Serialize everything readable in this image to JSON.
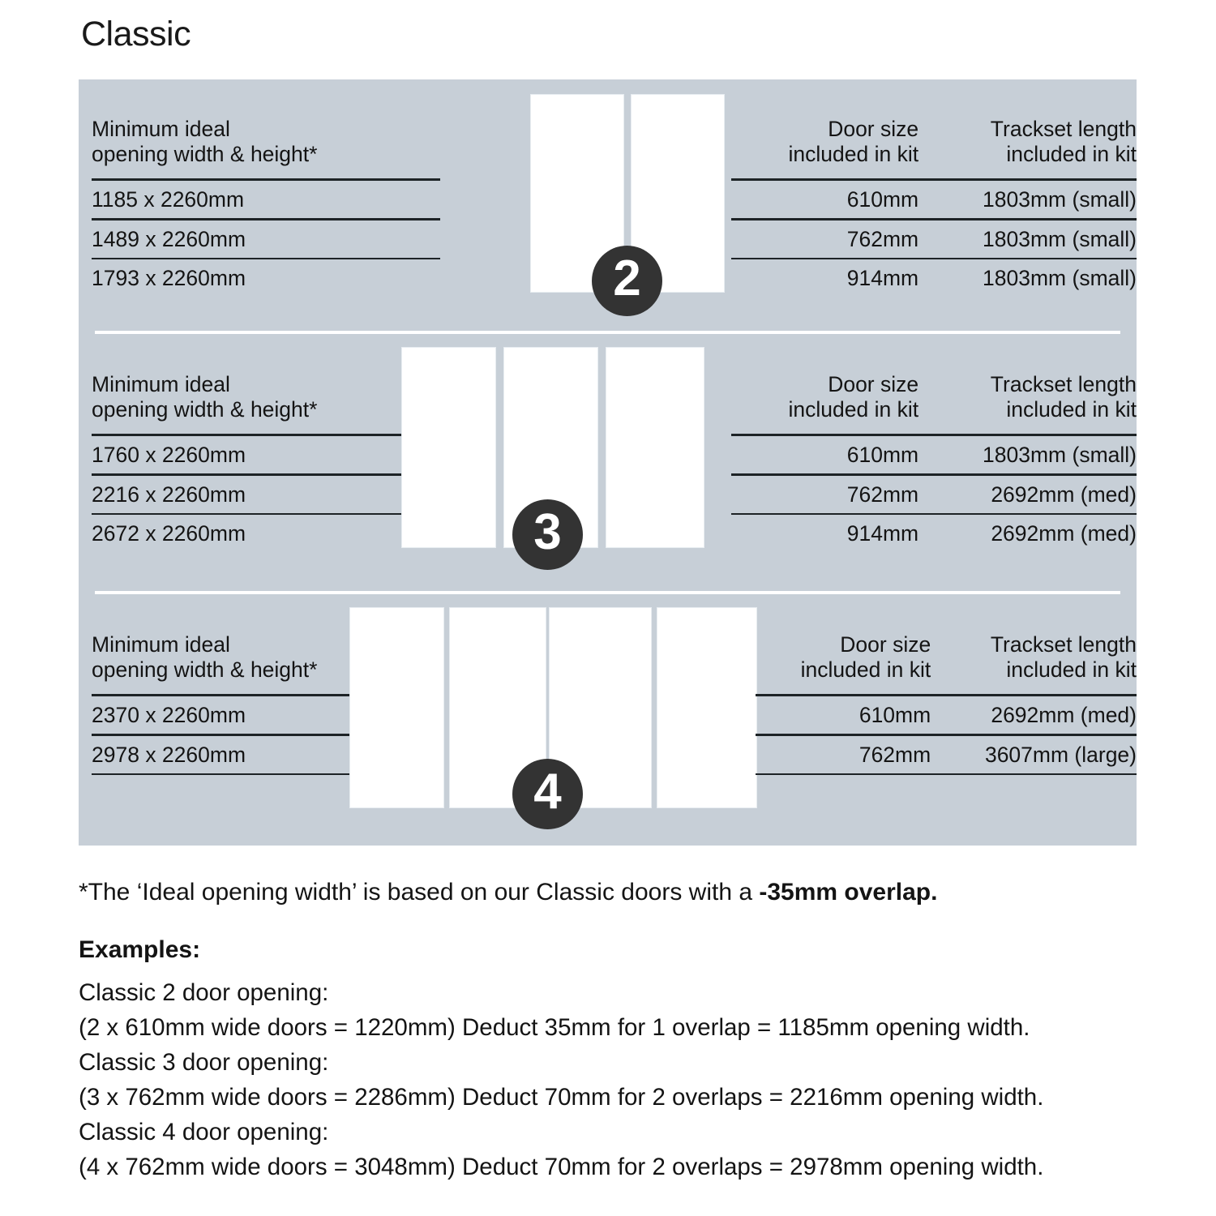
{
  "title": "Classic",
  "colors": {
    "panel_bg": "#c7cfd7",
    "rule": "#1d2326",
    "badge_bg": "#333333",
    "door_fill": "#ffffff",
    "text": "#141414"
  },
  "sections": [
    {
      "id": "classic-2-door",
      "door_count": "2",
      "headers": {
        "opening": "Minimum ideal\nopening width & height*",
        "door_size": "Door size\nincluded in kit",
        "trackset": "Trackset length\nincluded in kit"
      },
      "rows": [
        {
          "opening": "1185 x 2260mm",
          "door_size": "610mm",
          "trackset": "1803mm (small)"
        },
        {
          "opening": "1489 x 2260mm",
          "door_size": "762mm",
          "trackset": "1803mm (small)"
        },
        {
          "opening": "1793 x 2260mm",
          "door_size": "914mm",
          "trackset": "1803mm (small)"
        }
      ]
    },
    {
      "id": "classic-3-door",
      "door_count": "3",
      "headers": {
        "opening": "Minimum ideal\nopening width & height*",
        "door_size": "Door size\nincluded in kit",
        "trackset": "Trackset length\nincluded in kit"
      },
      "rows": [
        {
          "opening": "1760 x 2260mm",
          "door_size": "610mm",
          "trackset": "1803mm (small)"
        },
        {
          "opening": "2216 x 2260mm",
          "door_size": "762mm",
          "trackset": "2692mm (med)"
        },
        {
          "opening": "2672 x 2260mm",
          "door_size": "914mm",
          "trackset": "2692mm (med)"
        }
      ]
    },
    {
      "id": "classic-4-door",
      "door_count": "4",
      "headers": {
        "opening": "Minimum ideal\nopening width & height*",
        "door_size": "Door size\nincluded in kit",
        "trackset": "Trackset length\nincluded in kit"
      },
      "rows": [
        {
          "opening": "2370 x 2260mm",
          "door_size": "610mm",
          "trackset": "2692mm (med)"
        },
        {
          "opening": "2978 x 2260mm",
          "door_size": "762mm",
          "trackset": "3607mm (large)"
        }
      ]
    }
  ],
  "footnote": {
    "prefix": "*The ‘Ideal opening width’ is based on our Classic doors with a ",
    "emphasis": "-35mm overlap."
  },
  "examples": {
    "heading": "Examples:",
    "lines": [
      "Classic 2 door opening:",
      "(2 x 610mm wide doors = 1220mm)  Deduct 35mm for 1 overlap = 1185mm opening width.",
      "Classic 3 door opening:",
      "(3 x 762mm wide doors = 2286mm)  Deduct 70mm for 2 overlaps = 2216mm opening width.",
      "Classic 4 door opening:",
      "(4 x 762mm wide doors = 3048mm)  Deduct 70mm for 2 overlaps = 2978mm opening width."
    ]
  }
}
